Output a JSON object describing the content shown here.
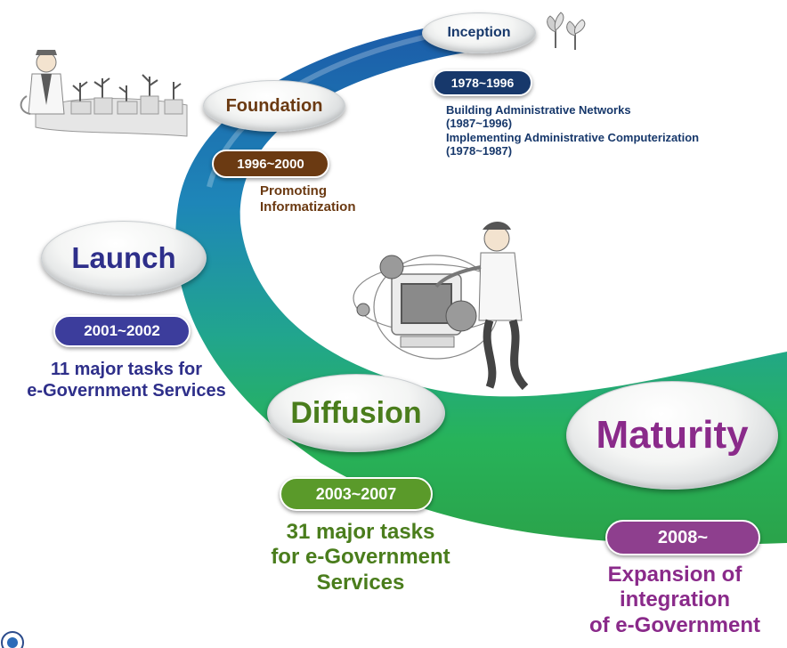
{
  "colors": {
    "inception": "#17386b",
    "foundation": "#6b3a12",
    "launch": "#2e2f8a",
    "diffusion": "#4a7d1c",
    "maturity": "#8a2a8a",
    "pill_inception": "#17386b",
    "pill_foundation": "#6b3a12",
    "pill_launch": "#3c3d9c",
    "pill_diffusion": "#5a9a2a",
    "pill_maturity": "#8e3f8e"
  },
  "stages": {
    "inception": {
      "name": "Inception",
      "period": "1978~1996",
      "tasks": [
        "Building Administrative Networks",
        "(1987~1996)",
        "Implementing Administrative Computerization",
        "(1978~1987)"
      ]
    },
    "foundation": {
      "name": "Foundation",
      "period": "1996~2000",
      "tasks": [
        "Promoting",
        "Informatization"
      ]
    },
    "launch": {
      "name": "Launch",
      "period": "2001~2002",
      "tasks": [
        "11 major tasks for",
        "e-Government Services"
      ]
    },
    "diffusion": {
      "name": "Diffusion",
      "period": "2003~2007",
      "tasks": [
        "31 major tasks",
        "for e-Government",
        "Services"
      ]
    },
    "maturity": {
      "name": "Maturity",
      "period": "2008~",
      "tasks": [
        "Expansion of",
        "integration",
        "of e-Government"
      ]
    }
  },
  "illustrations": [
    "sprout-icon",
    "man-with-plants-illustration",
    "man-with-computer-illustration",
    "emblem-icon"
  ]
}
